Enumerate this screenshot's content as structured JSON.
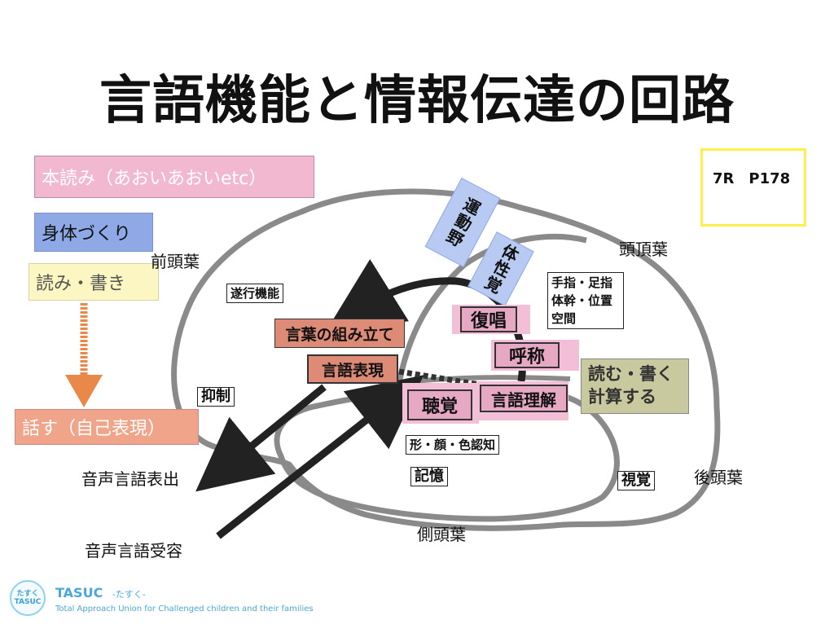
{
  "title": "言語機能と情報伝達の回路",
  "reference": "7R　P178",
  "legend": {
    "honyomi": "本読み（あおいあおいetc）",
    "karada": "身体づくり",
    "yomikaki": "読み・書き",
    "hanasu": "話す（自己表現）"
  },
  "lobes": {
    "frontal": "前頭葉",
    "parietal": "頭頂葉",
    "occipital": "後頭葉",
    "temporal": "側頭葉"
  },
  "regions": {
    "motor": "運動野",
    "somatosensory": "体性覚",
    "executive": "遂行機能",
    "inhibition": "抑制",
    "fingers_line1": "手指・足指",
    "fingers_line2": "体幹・位置",
    "fingers_line3": "空間",
    "shape_recog": "形・顔・色認知",
    "memory": "記憶",
    "vision": "視覚"
  },
  "functions": {
    "word_assembly": "言葉の組み立て",
    "language_expression": "言語表現",
    "repetition": "復唱",
    "naming": "呼称",
    "hearing": "聴覚",
    "comprehension": "言語理解",
    "read_write_calc": "読む・書く計算する"
  },
  "io": {
    "output": "音声言語表出",
    "input": "音声言語受容"
  },
  "logo": {
    "name": "TASUC",
    "kana": "-たすく-",
    "tagline": "Total Approach Union for Challenged children and their families",
    "badge_line1": "たすく",
    "badge_line2": "TASUC"
  },
  "colors": {
    "pink": "#e6a8c3",
    "blue": "#8fa8e6",
    "yellow": "#fbf6c2",
    "orange": "#f0a48a",
    "red": "#dd8b77",
    "olive": "#c9c9a0",
    "brain_outline": "#8a8a8a",
    "arrow_orange": "#e8894a"
  }
}
